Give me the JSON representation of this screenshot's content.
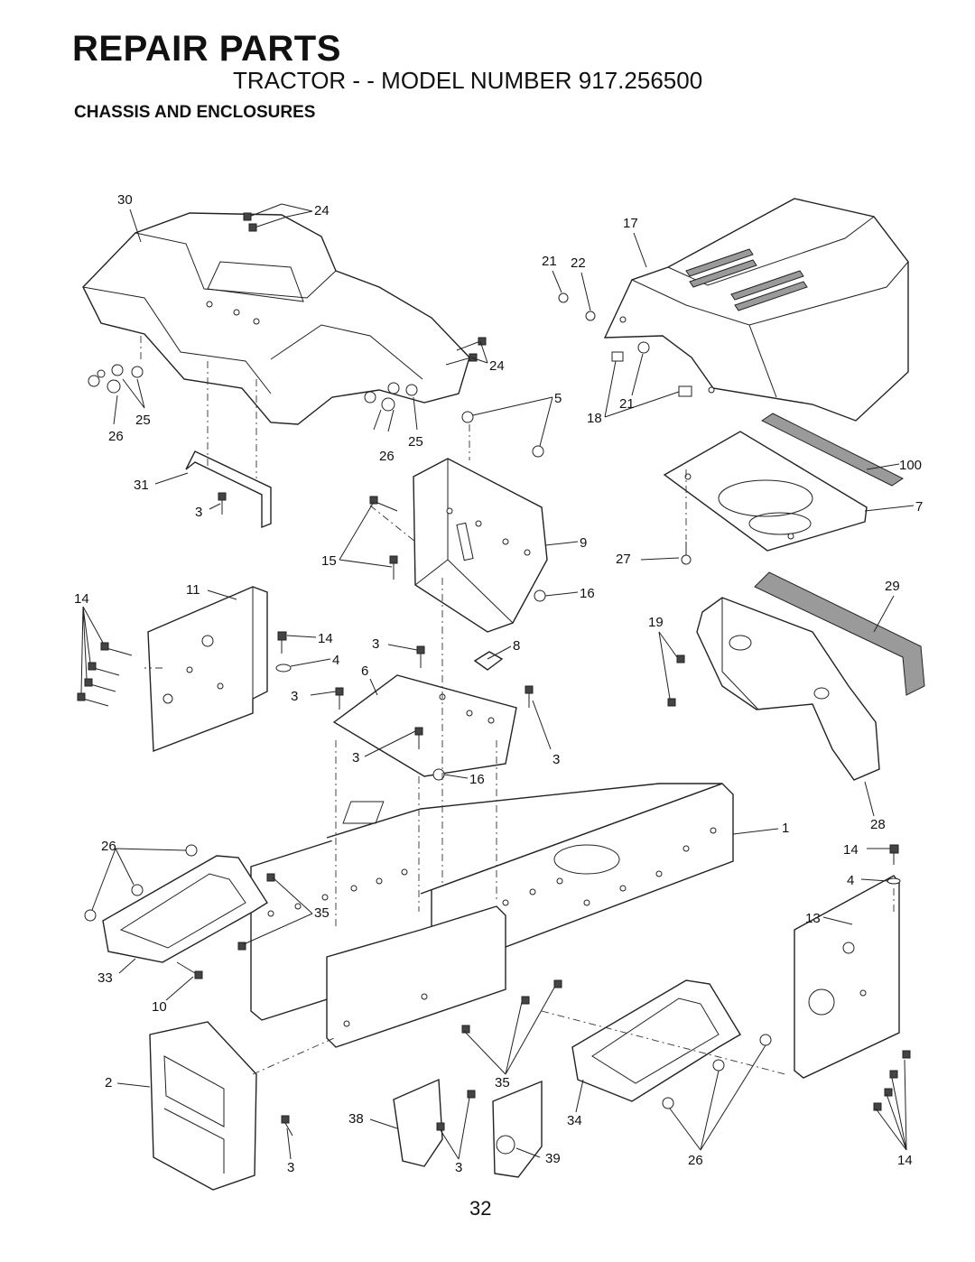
{
  "header": {
    "title": "REPAIR PARTS",
    "subtitle": "TRACTOR - - MODEL NUMBER 917.256500",
    "section": "CHASSIS AND ENCLOSURES"
  },
  "page_number": "32",
  "callouts": {
    "c30": "30",
    "c24a": "24",
    "c24b": "24",
    "c17": "17",
    "c21a": "21",
    "c22": "22",
    "c21b": "21",
    "c18": "18",
    "c5": "5",
    "c25a": "25",
    "c26a": "26",
    "c25b": "25",
    "c26b": "26",
    "c100": "100",
    "c7": "7",
    "c31": "31",
    "c3a": "3",
    "c9": "9",
    "c15": "15",
    "c27": "27",
    "c16a": "16",
    "c29": "29",
    "c14a": "14",
    "c11": "11",
    "c14b": "14",
    "c4a": "4",
    "c3b": "3",
    "c8": "8",
    "c19": "19",
    "c6": "6",
    "c3c": "3",
    "c3d": "3",
    "c3e": "3",
    "c16b": "16",
    "c28": "28",
    "c1": "1",
    "c26c": "26",
    "c14c": "14",
    "c4b": "4",
    "c35a": "35",
    "c13": "13",
    "c33": "33",
    "c10": "10",
    "c2": "2",
    "c35b": "35",
    "c38": "38",
    "c34": "34",
    "c3f": "3",
    "c3g": "3",
    "c39": "39",
    "c26d": "26",
    "c14d": "14"
  }
}
